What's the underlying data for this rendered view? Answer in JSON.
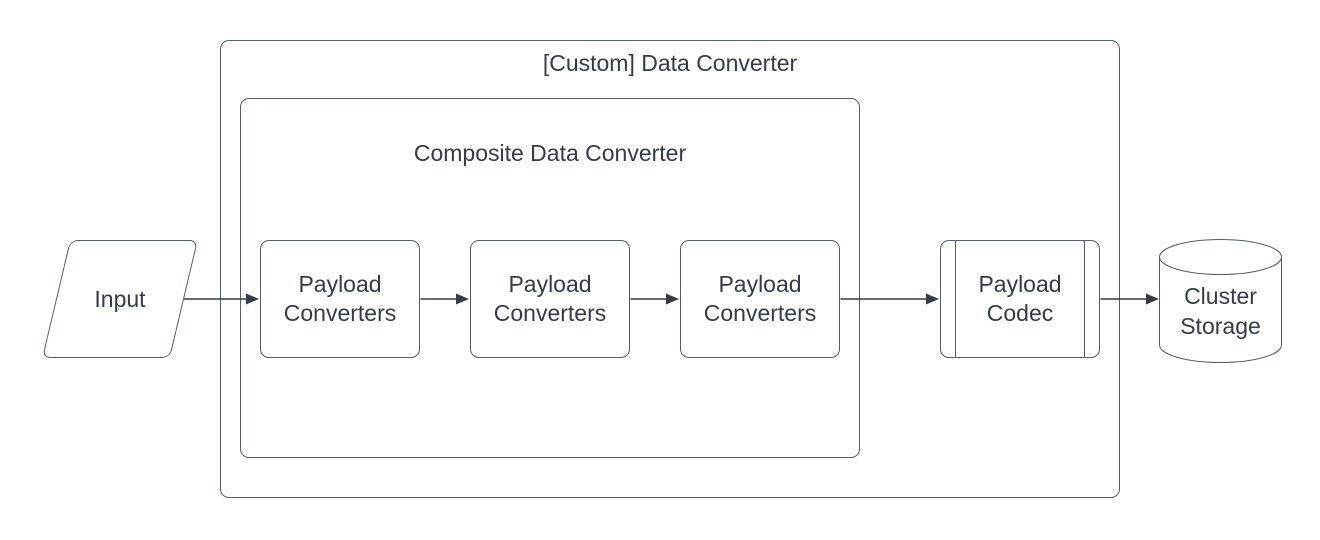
{
  "diagram": {
    "outer_group": {
      "title": "[Custom] Data Converter"
    },
    "inner_group": {
      "title": "Composite Data Converter"
    },
    "nodes": {
      "input": {
        "label": "Input",
        "shape": "parallelogram"
      },
      "payload_converters": [
        {
          "line1": "Payload",
          "line2": "Converters",
          "shape": "rounded-rectangle"
        },
        {
          "line1": "Payload",
          "line2": "Converters",
          "shape": "rounded-rectangle"
        },
        {
          "line1": "Payload",
          "line2": "Converters",
          "shape": "rounded-rectangle"
        }
      ],
      "payload_codec": {
        "line1": "Payload",
        "line2": "Codec",
        "shape": "predefined-process"
      },
      "cluster_storage": {
        "line1": "Cluster",
        "line2": "Storage",
        "shape": "cylinder"
      }
    },
    "connectors": [
      {
        "from": "input",
        "to": "payload-converters-1"
      },
      {
        "from": "payload-converters-1",
        "to": "payload-converters-2"
      },
      {
        "from": "payload-converters-2",
        "to": "payload-converters-3"
      },
      {
        "from": "payload-converters-3",
        "to": "payload-codec"
      },
      {
        "from": "payload-codec",
        "to": "cluster-storage"
      }
    ],
    "colors": {
      "background": "#ffffff",
      "shape_border": "#555e6b",
      "text": "#333b4c",
      "arrow": "#343c4a",
      "shape_fill": "#ffffff"
    }
  }
}
